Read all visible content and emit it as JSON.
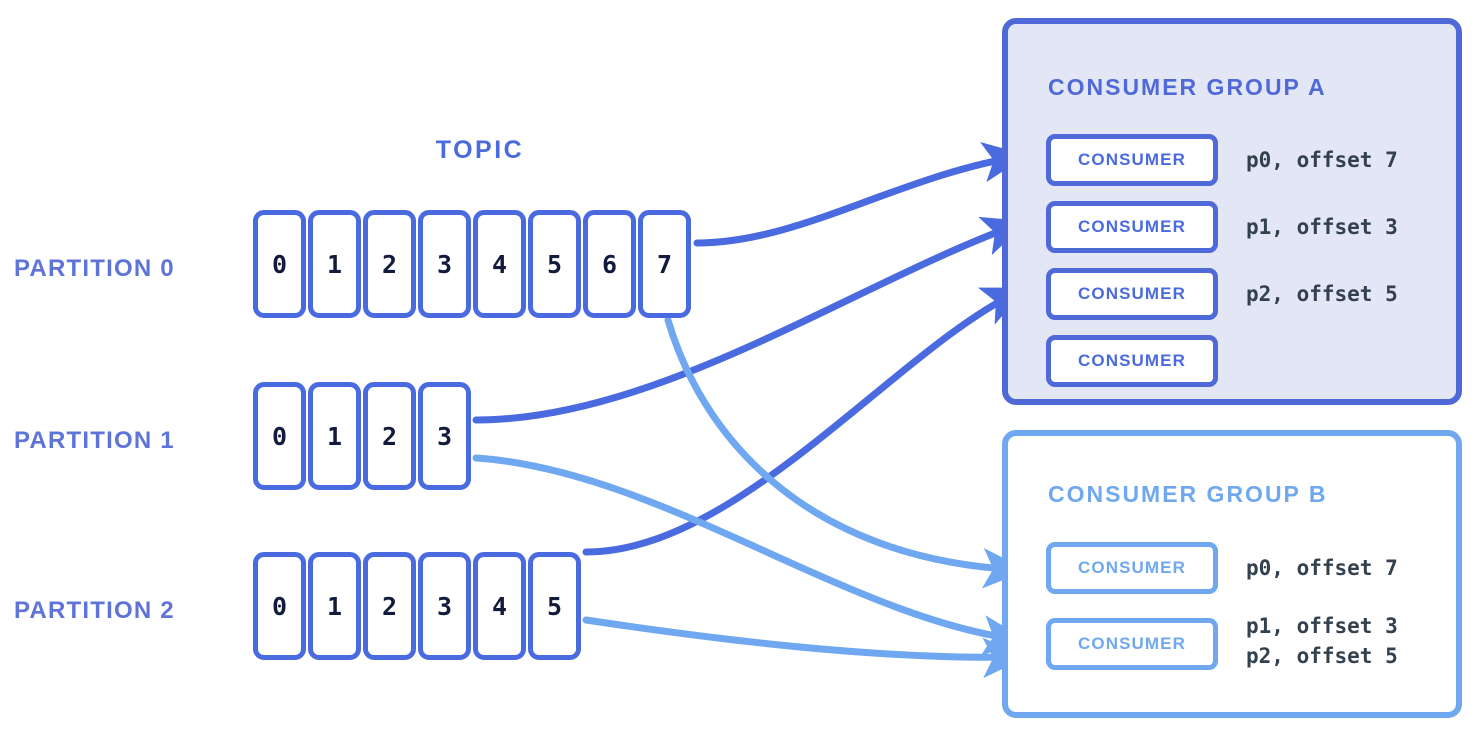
{
  "topic": {
    "title": "TOPIC",
    "partitions": [
      {
        "label": "PARTITION 0",
        "offsets": [
          "0",
          "1",
          "2",
          "3",
          "4",
          "5",
          "6",
          "7"
        ]
      },
      {
        "label": "PARTITION 1",
        "offsets": [
          "0",
          "1",
          "2",
          "3"
        ]
      },
      {
        "label": "PARTITION 2",
        "offsets": [
          "0",
          "1",
          "2",
          "3",
          "4",
          "5"
        ]
      }
    ]
  },
  "groups": [
    {
      "title": "CONSUMER GROUP A",
      "accent": "#4f6ad8",
      "consumers": [
        {
          "label": "CONSUMER",
          "assignments": [
            "p0, offset 7"
          ]
        },
        {
          "label": "CONSUMER",
          "assignments": [
            "p1, offset 3"
          ]
        },
        {
          "label": "CONSUMER",
          "assignments": [
            "p2, offset 5"
          ]
        },
        {
          "label": "CONSUMER",
          "assignments": []
        }
      ]
    },
    {
      "title": "CONSUMER GROUP B",
      "accent": "#6fa8f0",
      "consumers": [
        {
          "label": "CONSUMER",
          "assignments": [
            "p0, offset 7"
          ]
        },
        {
          "label": "CONSUMER",
          "assignments": [
            "p1, offset 3",
            "p2, offset 5"
          ]
        }
      ]
    }
  ],
  "colors": {
    "dark_blue": "#4a6ae0",
    "group_a_border": "#4f6ad8",
    "group_a_fill": "#e3e6f5",
    "light_blue": "#6fa8f0",
    "cell_text": "#131b3d",
    "offset_text": "#33404e",
    "partition_label": "#5f74d8"
  }
}
